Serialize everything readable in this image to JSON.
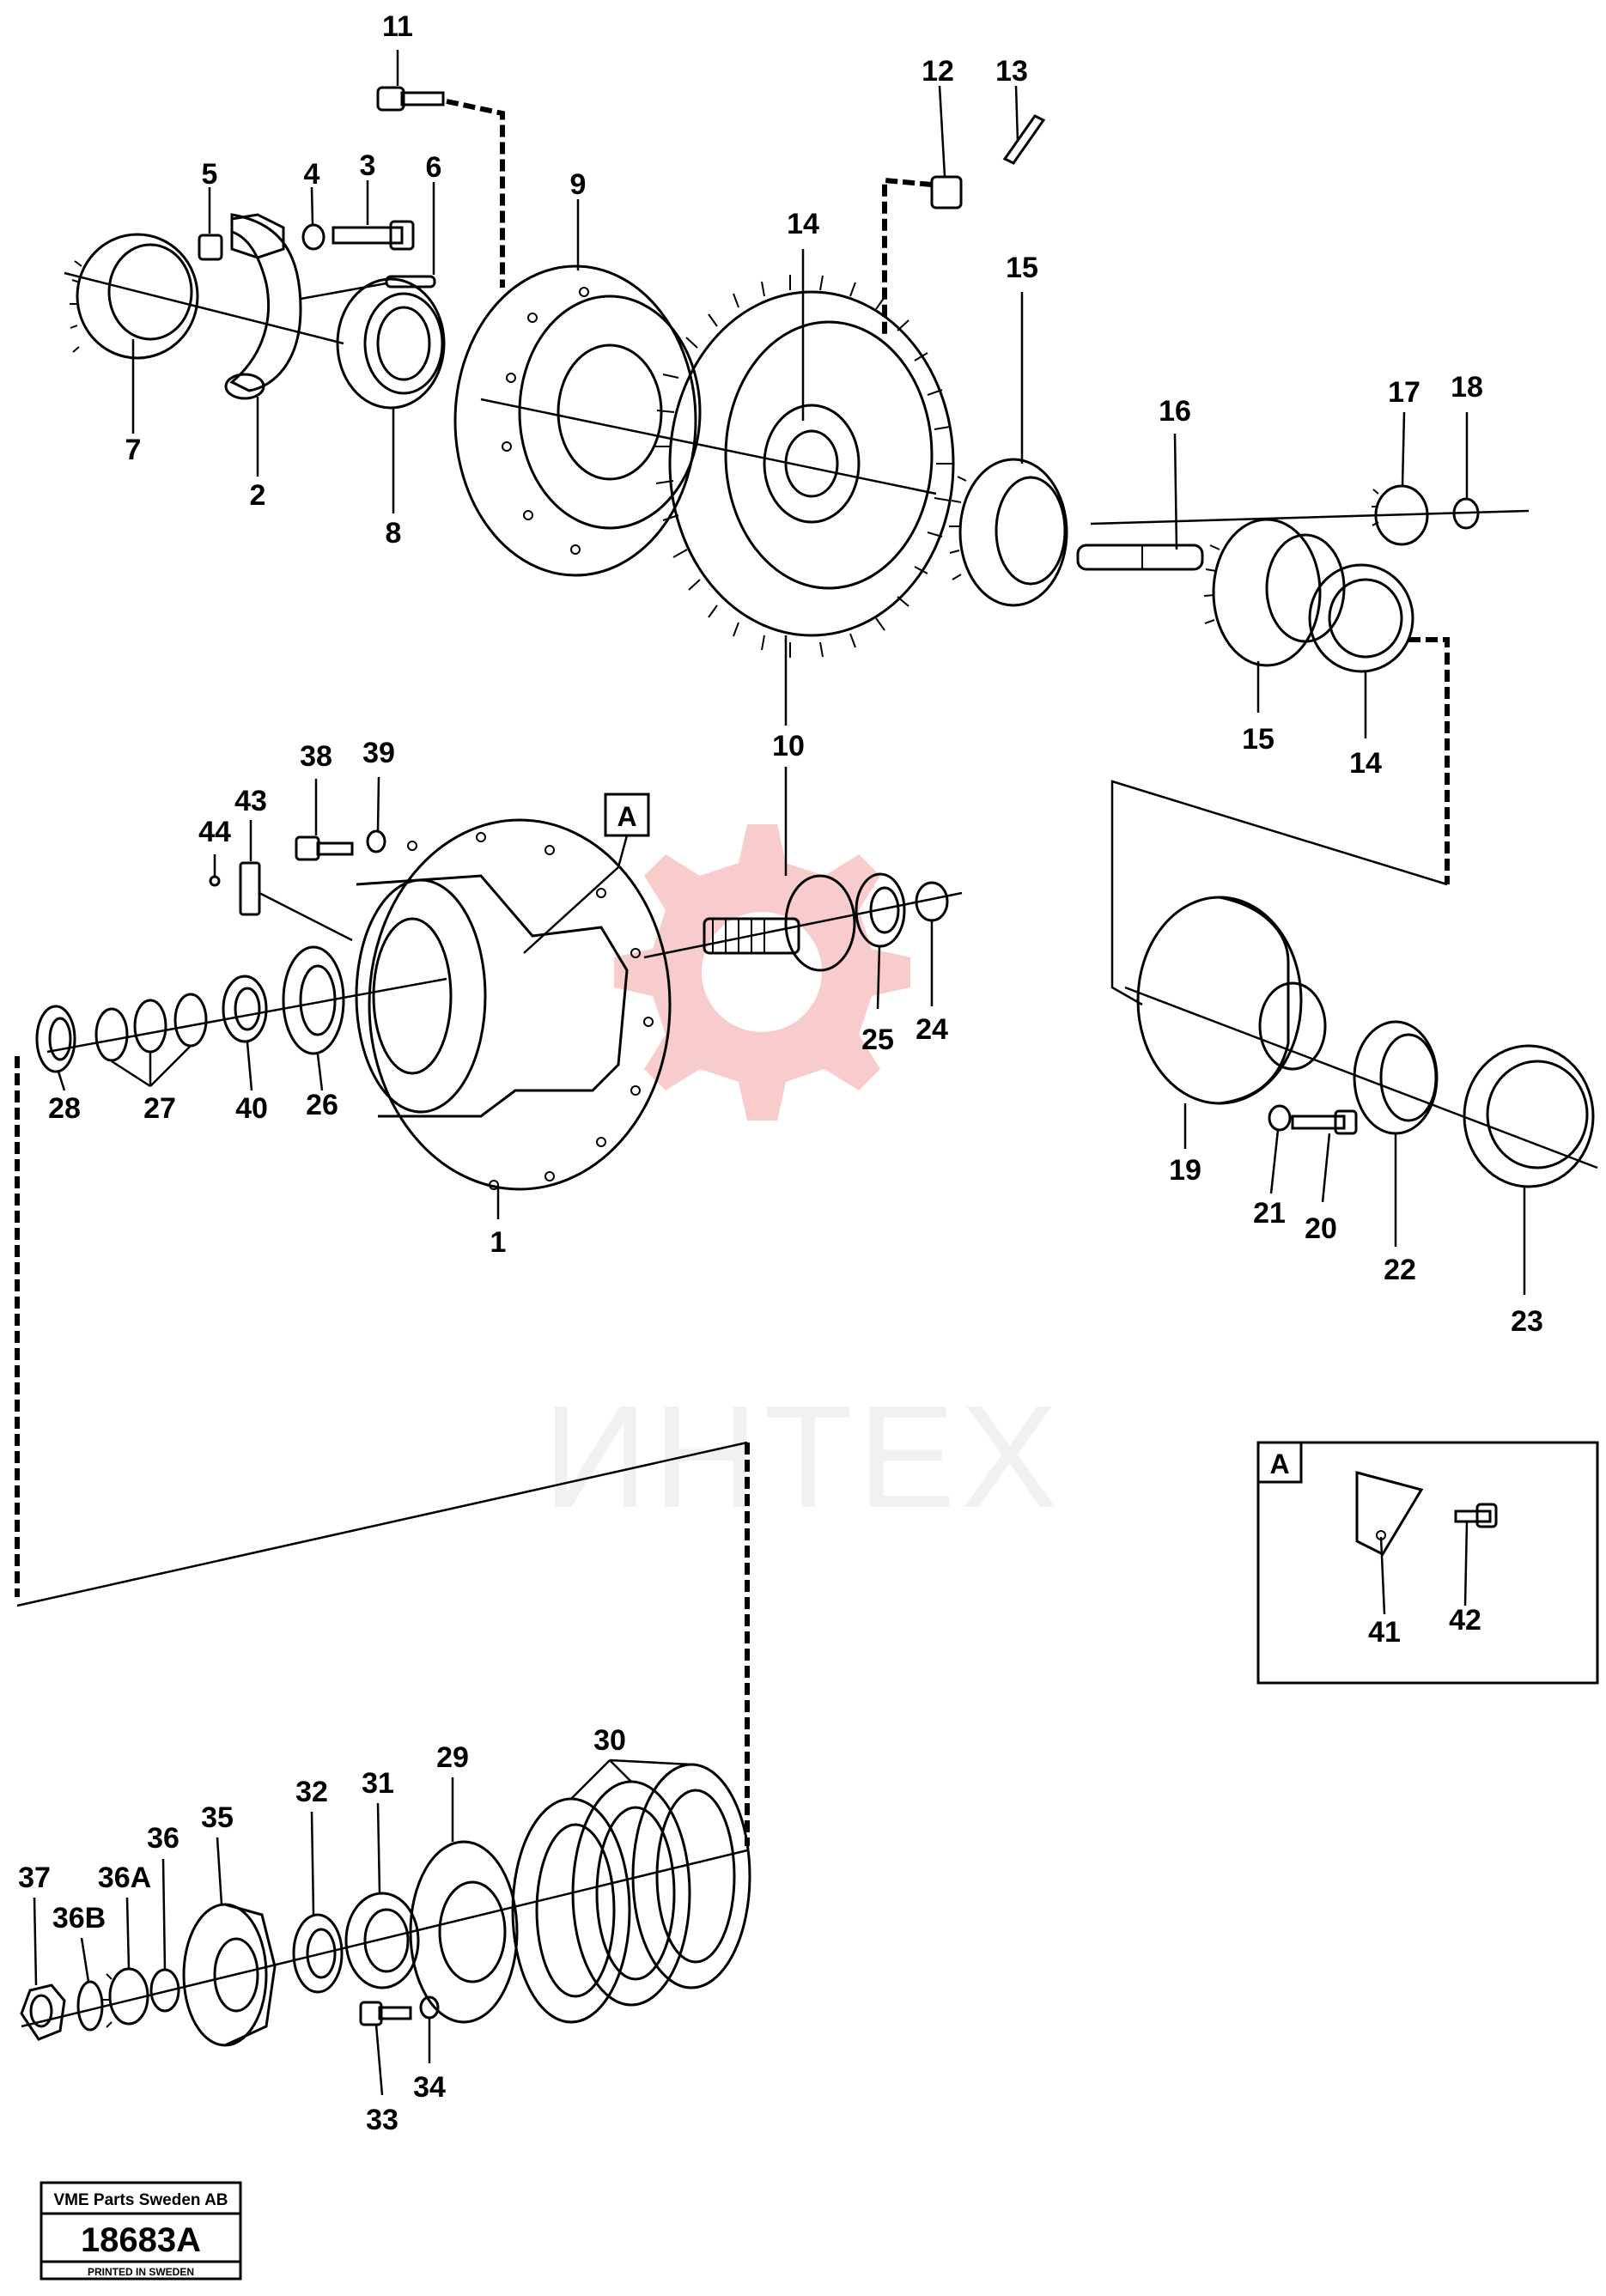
{
  "watermark": {
    "text": "ИНТЕХ",
    "color": "#f08080"
  },
  "callouts": [
    {
      "id": "c11",
      "text": "11"
    },
    {
      "id": "c12",
      "text": "12"
    },
    {
      "id": "c13",
      "text": "13"
    },
    {
      "id": "c5",
      "text": "5"
    },
    {
      "id": "c4",
      "text": "4"
    },
    {
      "id": "c3",
      "text": "3"
    },
    {
      "id": "c6",
      "text": "6"
    },
    {
      "id": "c9",
      "text": "9"
    },
    {
      "id": "c14a",
      "text": "14"
    },
    {
      "id": "c15a",
      "text": "15"
    },
    {
      "id": "c7",
      "text": "7"
    },
    {
      "id": "c2",
      "text": "2"
    },
    {
      "id": "c8",
      "text": "8"
    },
    {
      "id": "c16",
      "text": "16"
    },
    {
      "id": "c17",
      "text": "17"
    },
    {
      "id": "c18",
      "text": "18"
    },
    {
      "id": "c15b",
      "text": "15"
    },
    {
      "id": "c14b",
      "text": "14"
    },
    {
      "id": "c10",
      "text": "10"
    },
    {
      "id": "c38",
      "text": "38"
    },
    {
      "id": "c39",
      "text": "39"
    },
    {
      "id": "c43",
      "text": "43"
    },
    {
      "id": "c44",
      "text": "44"
    },
    {
      "id": "c25",
      "text": "25"
    },
    {
      "id": "c24",
      "text": "24"
    },
    {
      "id": "c28",
      "text": "28"
    },
    {
      "id": "c27",
      "text": "27"
    },
    {
      "id": "c40",
      "text": "40"
    },
    {
      "id": "c26",
      "text": "26"
    },
    {
      "id": "c1",
      "text": "1"
    },
    {
      "id": "c19",
      "text": "19"
    },
    {
      "id": "c21",
      "text": "21"
    },
    {
      "id": "c20",
      "text": "20"
    },
    {
      "id": "c22",
      "text": "22"
    },
    {
      "id": "c23",
      "text": "23"
    },
    {
      "id": "c41",
      "text": "41"
    },
    {
      "id": "c42",
      "text": "42"
    },
    {
      "id": "c30",
      "text": "30"
    },
    {
      "id": "c29",
      "text": "29"
    },
    {
      "id": "c31",
      "text": "31"
    },
    {
      "id": "c32",
      "text": "32"
    },
    {
      "id": "c35",
      "text": "35"
    },
    {
      "id": "c36",
      "text": "36"
    },
    {
      "id": "c36A",
      "text": "36A"
    },
    {
      "id": "c36B",
      "text": "36B"
    },
    {
      "id": "c37",
      "text": "37"
    },
    {
      "id": "c33",
      "text": "33"
    },
    {
      "id": "c34",
      "text": "34"
    }
  ],
  "detail_ref": {
    "label": "A"
  },
  "detail_box": {
    "label": "A"
  },
  "title_block": {
    "company": "VME Parts Sweden AB",
    "drawing_number": "18683A",
    "footer": "PRINTED IN SWEDEN"
  }
}
